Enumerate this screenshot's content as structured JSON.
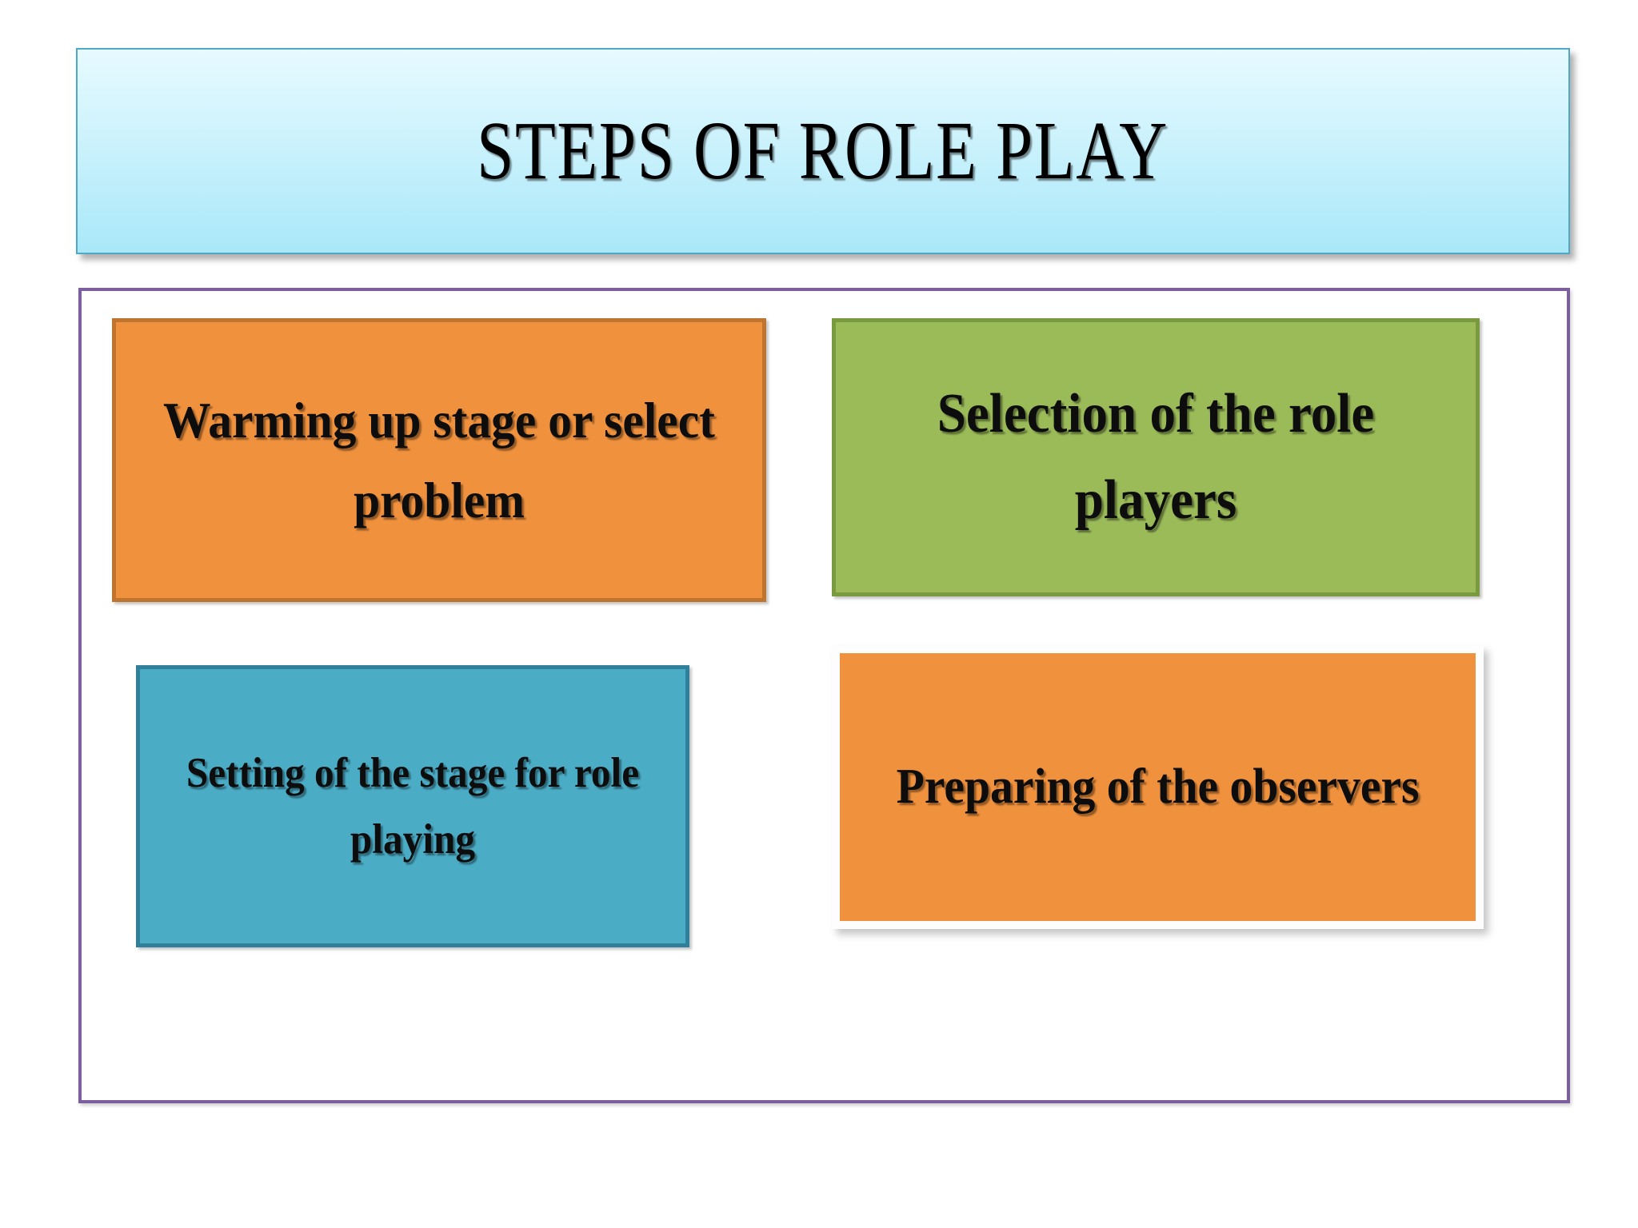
{
  "slide": {
    "title": "STEPS OF ROLE PLAY",
    "background_color": "#ffffff",
    "title_banner": {
      "gradient_top": "#e6faff",
      "gradient_bottom": "#a9e8f9",
      "border_color": "#4fa9c4"
    },
    "content_frame": {
      "border_color": "#7d5fa0"
    }
  },
  "steps": [
    {
      "id": "warming-up",
      "label": "Warming up stage or select problem",
      "fill_color": "#F0913D",
      "border_color": "#BF7430"
    },
    {
      "id": "selection-of-role-players",
      "label": "Selection of the role players",
      "fill_color": "#9BBB59",
      "border_color": "#7A9A3F"
    },
    {
      "id": "setting-of-stage",
      "label": "Setting of the stage for role playing",
      "fill_color": "#4BACC6",
      "border_color": "#31809B"
    },
    {
      "id": "preparing-observers",
      "label": "Preparing of the observers",
      "fill_color": "#F0913D",
      "border_color": "#fdfdfd"
    }
  ]
}
